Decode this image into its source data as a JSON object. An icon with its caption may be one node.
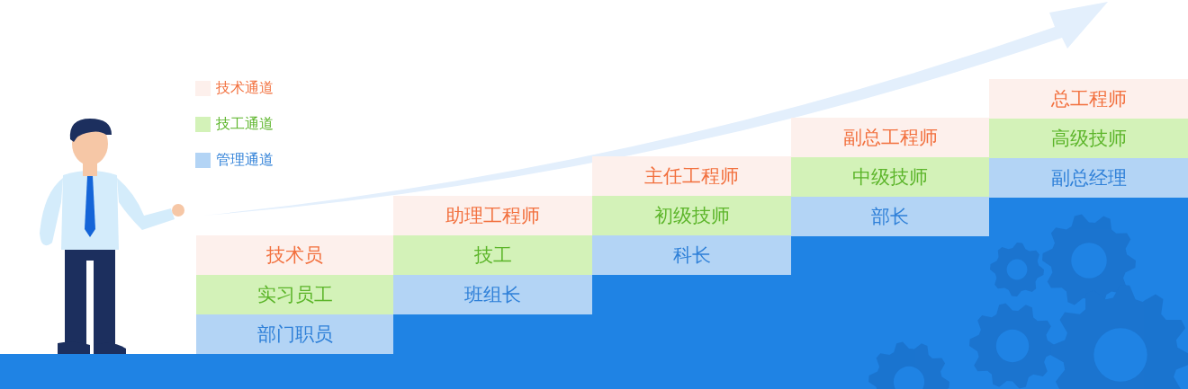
{
  "diagram": {
    "nodes": [
      {
        "text": [
          "技术员"
        ]
      },
      {
        "text": [
          "实习员工"
        ]
      },
      {
        "text": [
          "部门职员"
        ]
      },
      {
        "text": [
          "助理工程师"
        ]
      },
      {
        "text": [
          "技工"
        ]
      },
      {
        "text": [
          "班组长"
        ]
      },
      {
        "text": [
          "主任工程师"
        ]
      },
      {
        "text": [
          "初级技师"
        ]
      },
      {
        "text": [
          "科长"
        ]
      },
      {
        "text": [
          "副总工程师"
        ]
      },
      {
        "text": [
          "中级技师"
        ]
      },
      {
        "text": [
          "部长"
        ]
      },
      {
        "text": [
          "总工程师"
        ]
      },
      {
        "text": [
          "高级技师"
        ]
      },
      {
        "text": [
          "副总经理"
        ]
      }
    ],
    "legend": [
      {
        "text": "技术通道",
        "color": "#fdf0ec"
      },
      {
        "text": "技工通道",
        "color": "#d3f2b8"
      },
      {
        "text": "管理通道",
        "color": "#b3d4f5"
      }
    ]
  }
}
